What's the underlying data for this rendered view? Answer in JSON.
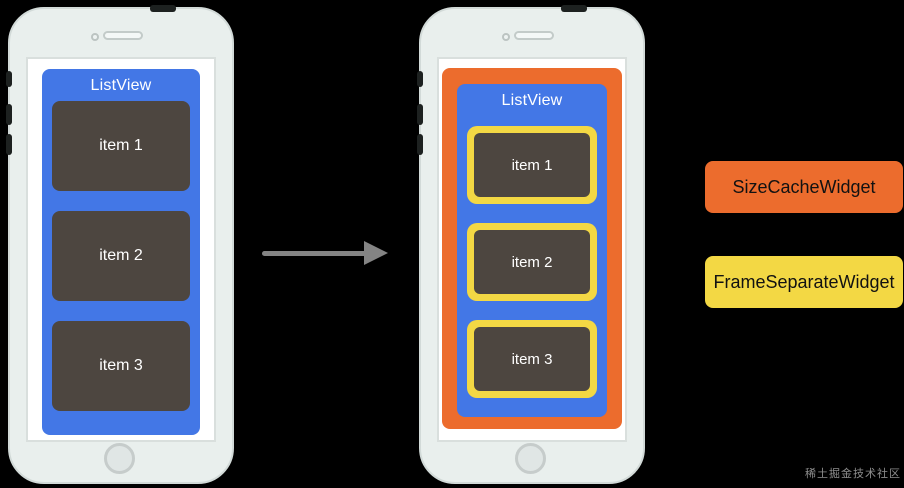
{
  "diagram": {
    "left_phone": {
      "title": "ListView",
      "items": [
        "item 1",
        "item 2",
        "item 3"
      ]
    },
    "right_phone": {
      "title": "ListView",
      "items": [
        "item 1",
        "item 2",
        "item 3"
      ]
    },
    "legend": {
      "size_cache_label": "SizeCacheWidget",
      "frame_separate_label": "FrameSeparateWidget"
    },
    "watermark": "稀土掘金技术社区",
    "colors": {
      "background": "#000000",
      "listview_blue": "#4377e6",
      "item_dark": "#4d4640",
      "size_cache_orange": "#ec6c2d",
      "frame_separate_yellow": "#f3d844",
      "arrow_gray": "#848484",
      "phone_body": "#e9efed"
    }
  }
}
